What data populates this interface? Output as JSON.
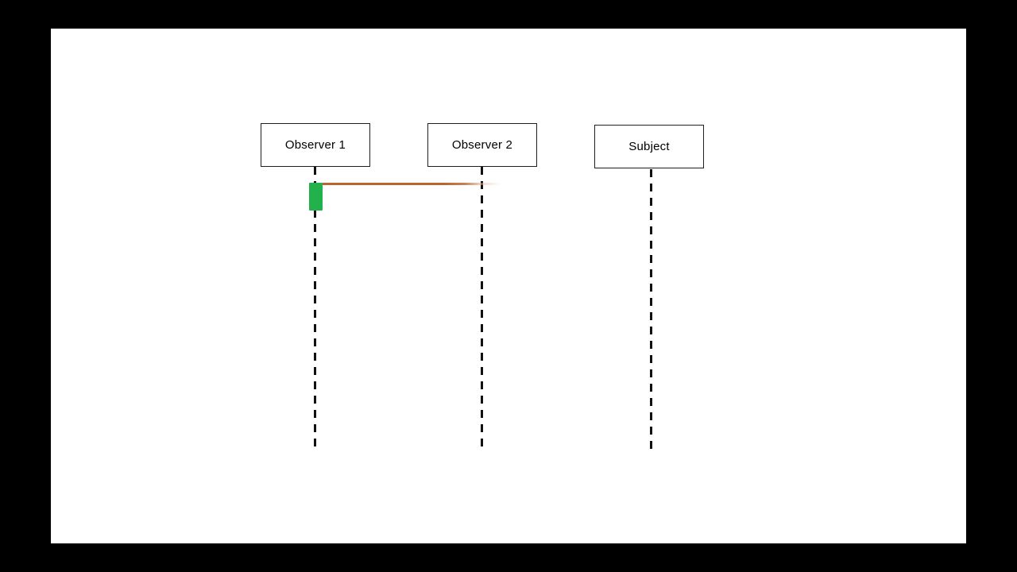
{
  "scene": {
    "letterbox_color": "#000000",
    "canvas_color": "#ffffff"
  },
  "diagram": {
    "type": "sequence-diagram",
    "lifelines": [
      {
        "label": "Observer 1"
      },
      {
        "label": "Observer 2"
      },
      {
        "label": "Subject"
      }
    ],
    "activation": {
      "on_lifeline": "Observer 1",
      "color": "#23b14b"
    },
    "message": {
      "from": "Observer 1",
      "to": "Observer 2",
      "color": "#b8652e",
      "right_end": "fading-out"
    },
    "lifeline_color": "#111111",
    "box_border_color": "#1f1f1f",
    "label_color": "#000000"
  }
}
